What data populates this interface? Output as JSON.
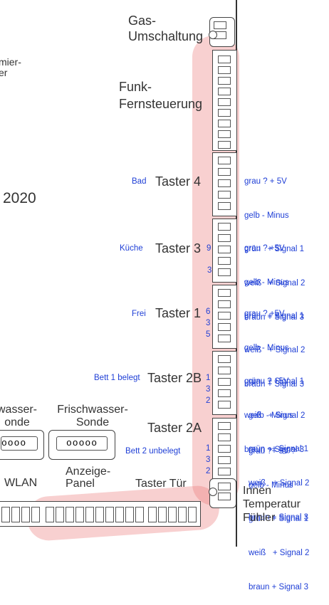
{
  "labels": {
    "gas": [
      "Gas-",
      "Umschaltung"
    ],
    "funk": [
      "Funk-",
      "Fernsteuerung"
    ],
    "year": "2020",
    "left_top": [
      "mier-",
      "er"
    ],
    "taster4": "Taster 4",
    "taster3": "Taster 3",
    "taster1": "Taster 1",
    "taster2b": "Taster 2B",
    "taster2a": "Taster 2A",
    "frisch": [
      "Frischwasser-",
      "Sonde"
    ],
    "abwasser": [
      "wasser-",
      "onde"
    ],
    "wlan": "WLAN",
    "anzeige": [
      "Anzeige-",
      "Panel"
    ],
    "tuer": "Taster Tür",
    "innen": [
      "Innen",
      "Temperatur",
      "Fühler"
    ]
  },
  "rooms": {
    "bad": "Bad",
    "kueche": "Küche",
    "frei": "Frei",
    "bett1": "Bett 1 belegt",
    "bett2": "Bett 2 unbelegt"
  },
  "numbers": {
    "t3a": "9",
    "t3b": "3",
    "t1": [
      "6",
      "3",
      "5"
    ],
    "t2b": [
      "1",
      "3",
      "2"
    ],
    "t2a": [
      "1",
      "3",
      "2"
    ]
  },
  "wiring": {
    "t4": [
      "grau ? + 5V",
      "gelb - Minus",
      "grün   + Signal 1",
      "weiß   + Signal 2",
      "braun + Signal 3"
    ],
    "t3": [
      "grau ? +5V",
      "gelb - Minus",
      "grün   + Signal 1",
      "weiß   + Signal 2",
      "braun + Signal 3"
    ],
    "t1": [
      "grau ? +5V",
      "gelb - Minus",
      "grün   + Signal 1",
      "weiß   + Signal 2",
      "braun + Signal 3"
    ],
    "t2b": [
      "grau ? +5V",
      "gelb - Minus",
      "grün   + Signal 1",
      "weiß   + Signal 2",
      "braun + Signal 3"
    ],
    "t2a": [
      "grau ?+ 5V ?",
      "gelb - Minus",
      "grün   + Signal 1",
      "weiß   + Signal 2",
      "braun + Signal 3"
    ]
  },
  "icons": {
    "back": "back-arrow-icon",
    "star": "star-icon",
    "more": "more-icon"
  },
  "colors": {
    "annotation": "#1f3fd6",
    "highlight": "#eb7878"
  }
}
